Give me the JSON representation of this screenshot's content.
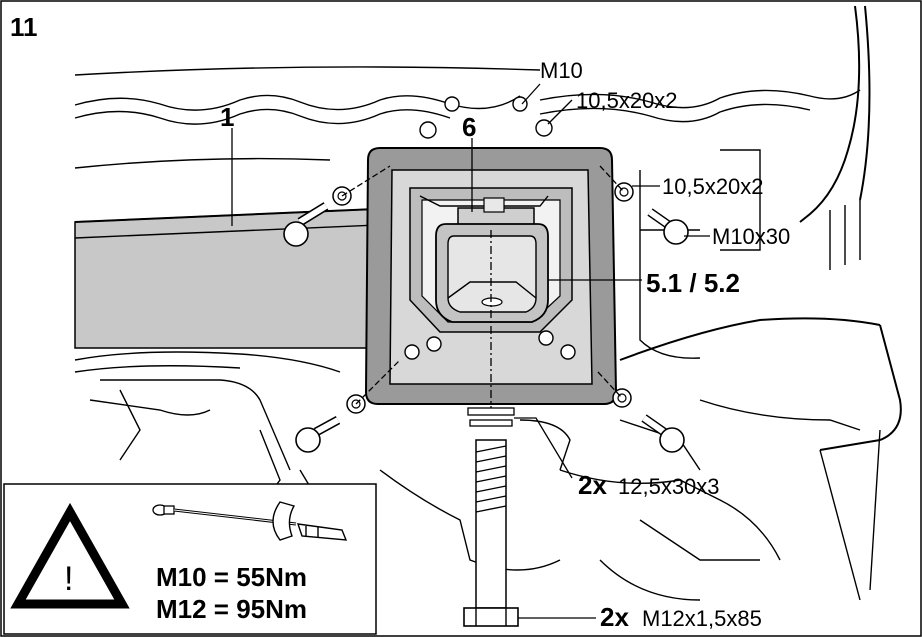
{
  "step_number": "11",
  "labels": {
    "part_1": "1",
    "part_6": "6",
    "part_5": "5.1 / 5.2",
    "bolt_m10_top": "M10",
    "washer_top": "10,5x20x2",
    "washer_right": "10,5x20x2",
    "bolt_m10x30": "M10x30",
    "qty_washer_bottom": "2x",
    "washer_bottom": "12,5x30x3",
    "qty_bolt_bottom": "2x",
    "bolt_bottom": "M12x1,5x85"
  },
  "torque_box": {
    "warning_glyph": "!",
    "torque_m10": "M10 = 55Nm",
    "torque_m12": "M12 = 95Nm"
  },
  "icons": [
    "warning-triangle-icon",
    "torque-wrench-icon"
  ]
}
